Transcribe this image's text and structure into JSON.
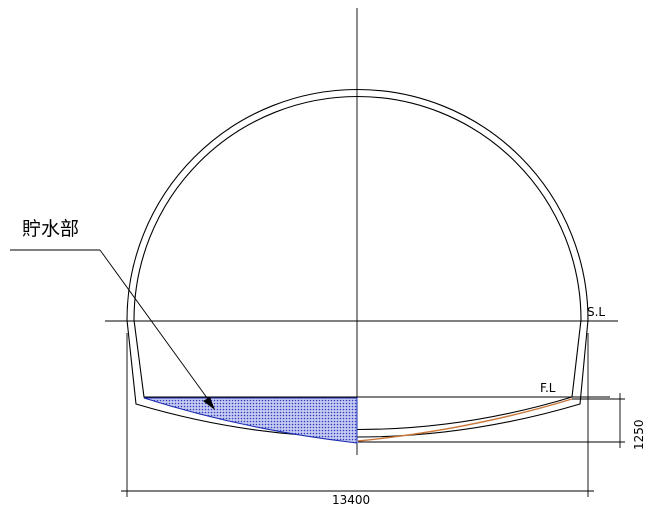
{
  "labels": {
    "storage": "貯水部",
    "spring_line": "S.L",
    "formation_level": "F.L",
    "width_dim": "13400",
    "height_dim": "1250"
  },
  "colors": {
    "line": "#000000",
    "storage_fill": "#5a68d8",
    "storage_stroke": "#1a2bb0",
    "invert_curve": "#c8773a"
  }
}
